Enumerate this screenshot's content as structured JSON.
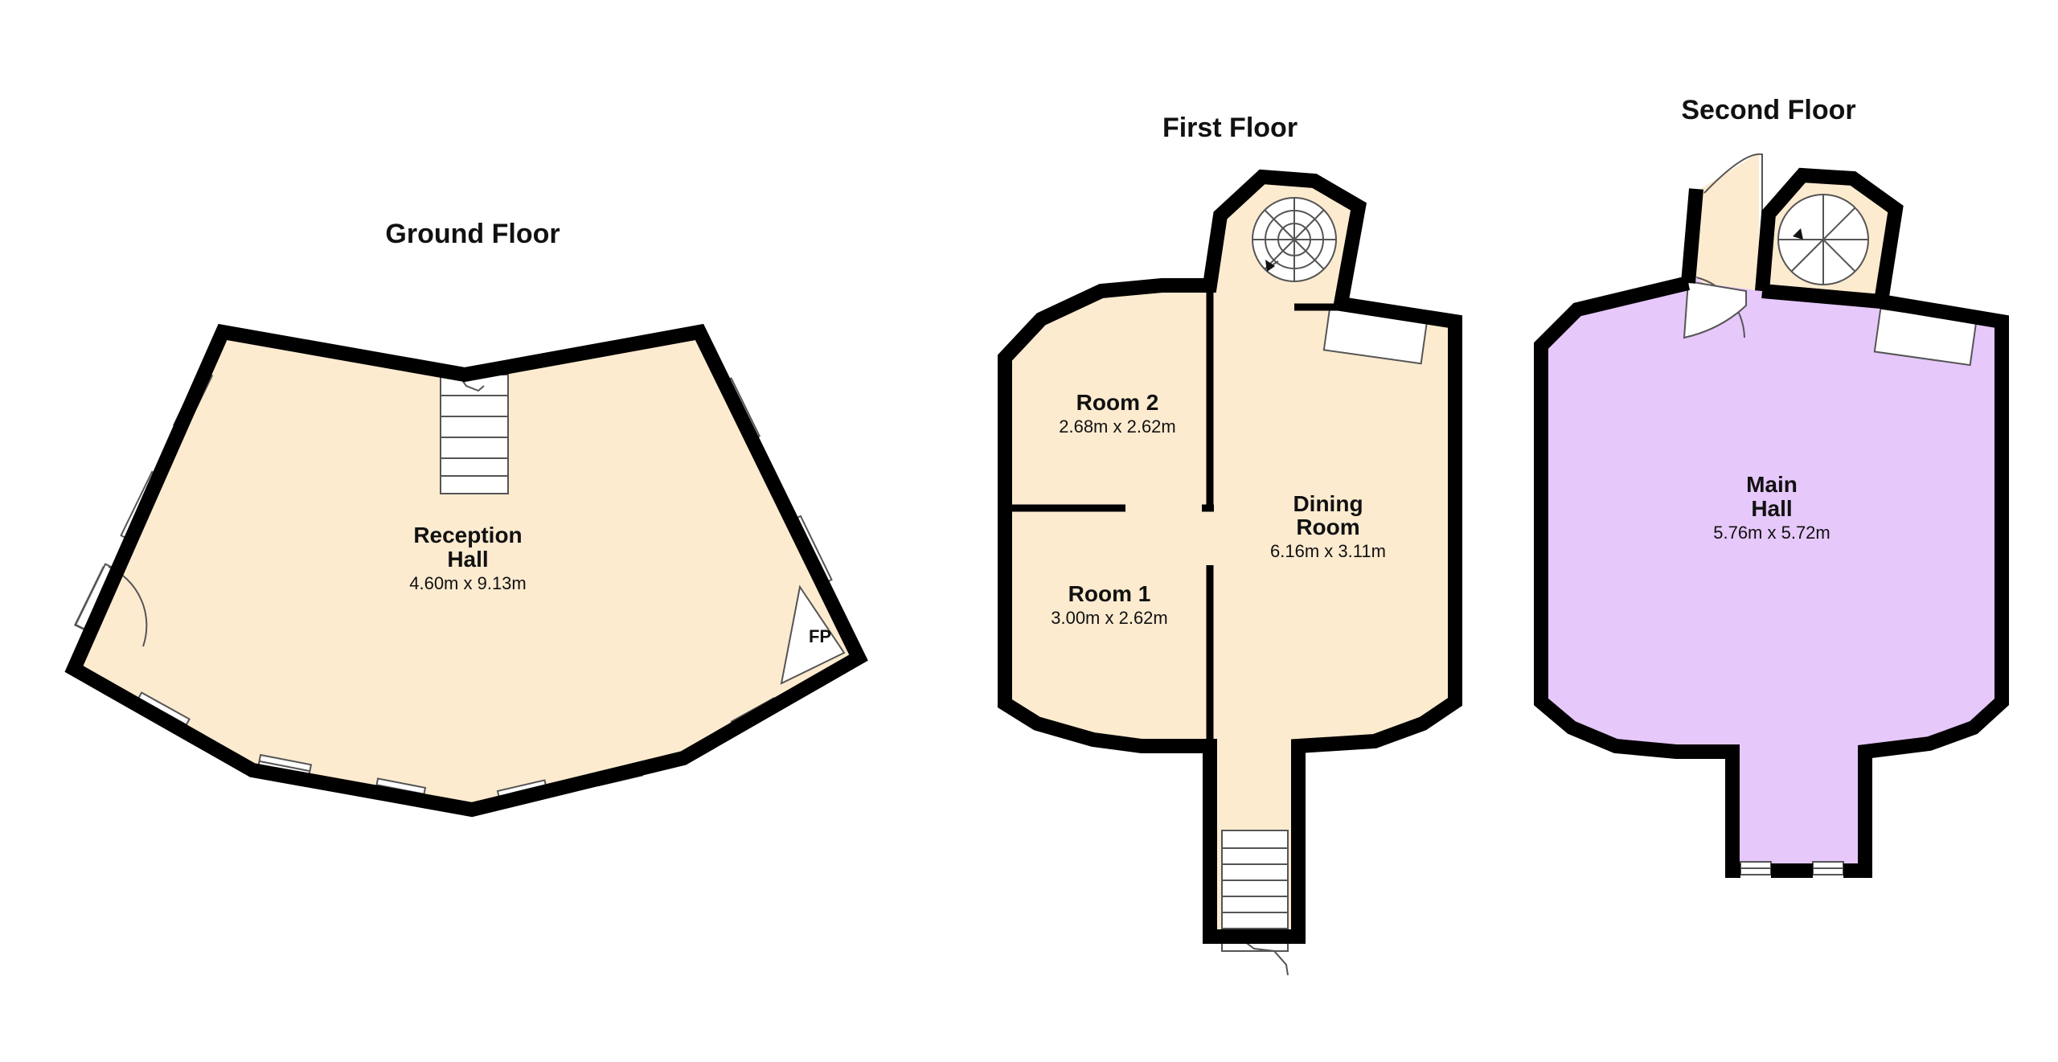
{
  "colors": {
    "beige_room": "#fdebd0",
    "purple_room": "#e6c8fa",
    "wall": "#000000"
  },
  "floors": {
    "ground": {
      "title": "Ground Floor",
      "rooms": {
        "reception": {
          "name_line1": "Reception",
          "name_line2": "Hall",
          "dimensions": "4.60m x 9.13m"
        }
      },
      "fireplace_label": "FP"
    },
    "first": {
      "title": "First Floor",
      "rooms": {
        "room2": {
          "name": "Room 2",
          "dimensions": "2.68m x 2.62m"
        },
        "room1": {
          "name": "Room 1",
          "dimensions": "3.00m x 2.62m"
        },
        "dining": {
          "name_line1": "Dining",
          "name_line2": "Room",
          "dimensions": "6.16m x 3.11m"
        }
      }
    },
    "second": {
      "title": "Second Floor",
      "rooms": {
        "main_hall": {
          "name_line1": "Main",
          "name_line2": "Hall",
          "dimensions": "5.76m x 5.72m"
        }
      }
    }
  }
}
